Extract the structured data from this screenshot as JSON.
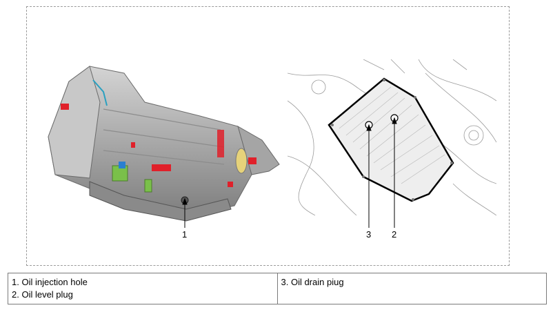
{
  "callouts": {
    "c1": "1",
    "c2": "2",
    "c3": "3"
  },
  "legend": {
    "col1": [
      "1. Oil injection hole",
      "2. Oil level plug"
    ],
    "col2": [
      "3. Oil drain piug"
    ]
  },
  "colors": {
    "housing": "#b8b8b8",
    "accent_red": "#e0202a",
    "accent_green": "#7ac04a",
    "accent_blue": "#2a7fd0",
    "accent_yellow": "#e6d27a",
    "linework": "#555555"
  }
}
